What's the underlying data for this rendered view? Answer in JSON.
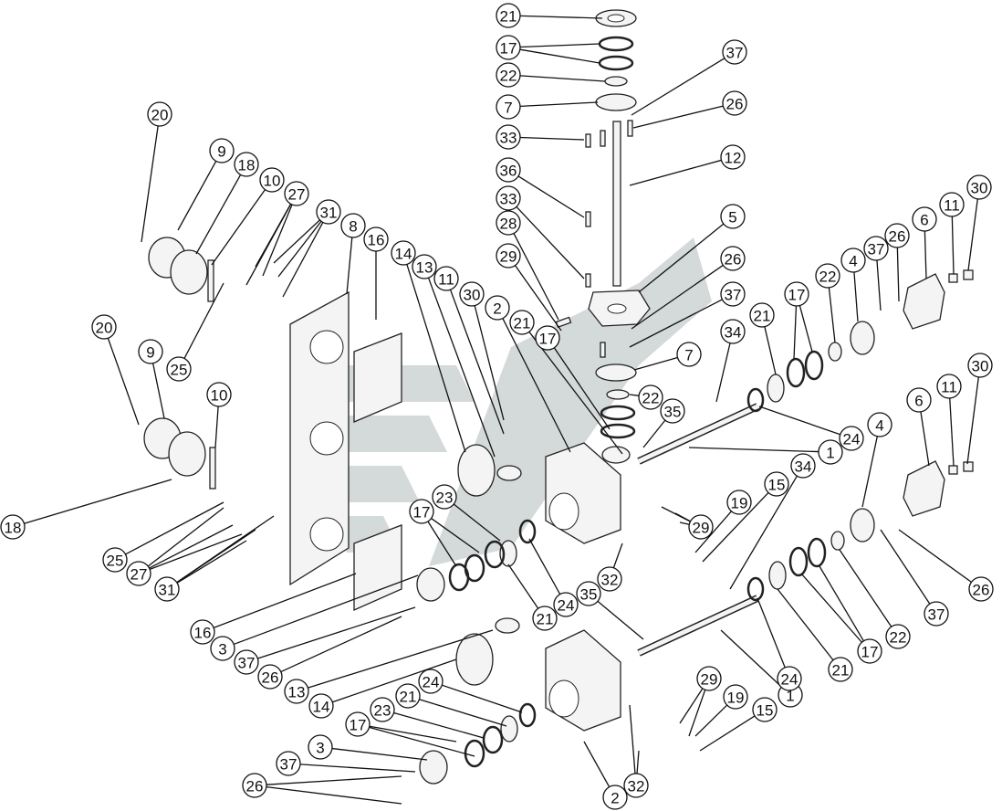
{
  "diagram": {
    "type": "exploded-parts-diagram",
    "callouts": [
      "21",
      "17",
      "22",
      "7",
      "37",
      "26",
      "33",
      "12",
      "36",
      "33",
      "28",
      "29",
      "5",
      "26",
      "37",
      "20",
      "9",
      "18",
      "10",
      "27",
      "31",
      "8",
      "16",
      "14",
      "13",
      "11",
      "30",
      "2",
      "21",
      "17",
      "25",
      "7",
      "22",
      "35",
      "34",
      "21",
      "17",
      "22",
      "4",
      "37",
      "26",
      "6",
      "11",
      "30",
      "24",
      "1",
      "20",
      "9",
      "10",
      "18",
      "25",
      "27",
      "31",
      "23",
      "17",
      "24",
      "21",
      "19",
      "15",
      "34",
      "29",
      "32",
      "16",
      "3",
      "37",
      "26",
      "13",
      "14",
      "35",
      "1",
      "24",
      "21",
      "17",
      "22",
      "26",
      "37",
      "4",
      "6",
      "11",
      "30",
      "24",
      "21",
      "23",
      "17",
      "3",
      "37",
      "26",
      "2",
      "32",
      "29",
      "19",
      "15"
    ],
    "colors": {
      "line": "#111111",
      "watermark": "#c9cfd0"
    }
  }
}
